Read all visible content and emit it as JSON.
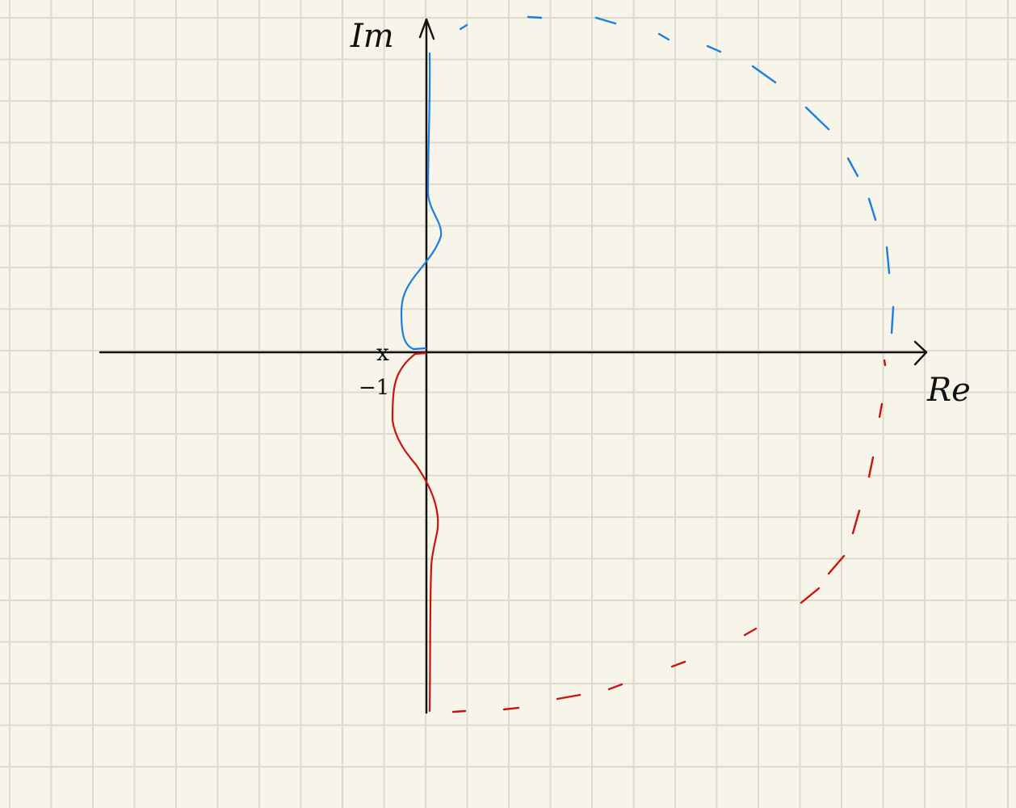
{
  "axes": {
    "x_label": "Re",
    "y_label": "Im",
    "point_marker": "x",
    "point_label": "−1"
  },
  "colors": {
    "background": "#f7f5ea",
    "grid": "#dcdacb",
    "axis": "#111111",
    "positive_branch": "#1a7fe0",
    "negative_branch": "#cc1111"
  }
}
